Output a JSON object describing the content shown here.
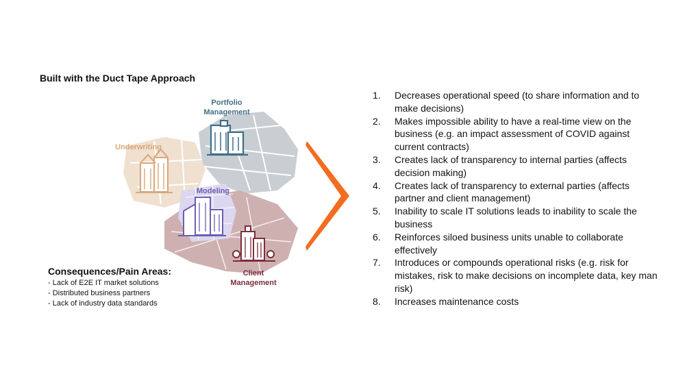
{
  "title": "Built with the Duct Tape Approach",
  "regions": {
    "portfolio": [
      "Portfolio",
      "Management"
    ],
    "underwriting": "Underwriting",
    "modeling": "Modeling",
    "client": [
      "Client",
      "Management"
    ]
  },
  "consequences": {
    "title": "Consequences/Pain Areas:",
    "items": [
      "- Lack of E2E IT market solutions",
      "- Distributed business partners",
      "- Lack of industry data standards"
    ]
  },
  "list": [
    {
      "num": "1.",
      "text": "Decreases operational speed (to share information and to make decisions)"
    },
    {
      "num": "2.",
      "text": "Makes impossible ability to have a real-time view on the business (e.g. an impact assessment of COVID against current contracts)"
    },
    {
      "num": "3.",
      "text": "Creates lack of transparency to internal parties (affects decision making)"
    },
    {
      "num": "4.",
      "text": "Creates lack of transparency to external parties (affects partner and client management)"
    },
    {
      "num": "5.",
      "text": "Inability to scale IT solutions leads to inability to scale the business"
    },
    {
      "num": "6.",
      "text": "Reinforces siloed business units unable to collaborate effectively"
    },
    {
      "num": "7.",
      "text": "Introduces or compounds operational risks (e.g. risk for mistakes, risk to make decisions on incomplete data, key man risk)"
    },
    {
      "num": "8.",
      "text": "Increases maintenance costs"
    }
  ],
  "colors": {
    "chevron": "#f26d21",
    "portfolio_map": "#c9ced3",
    "underwriting_map": "#efe0cf",
    "modeling_map": "#dcd6f0",
    "client_map": "#cfb0b1"
  }
}
